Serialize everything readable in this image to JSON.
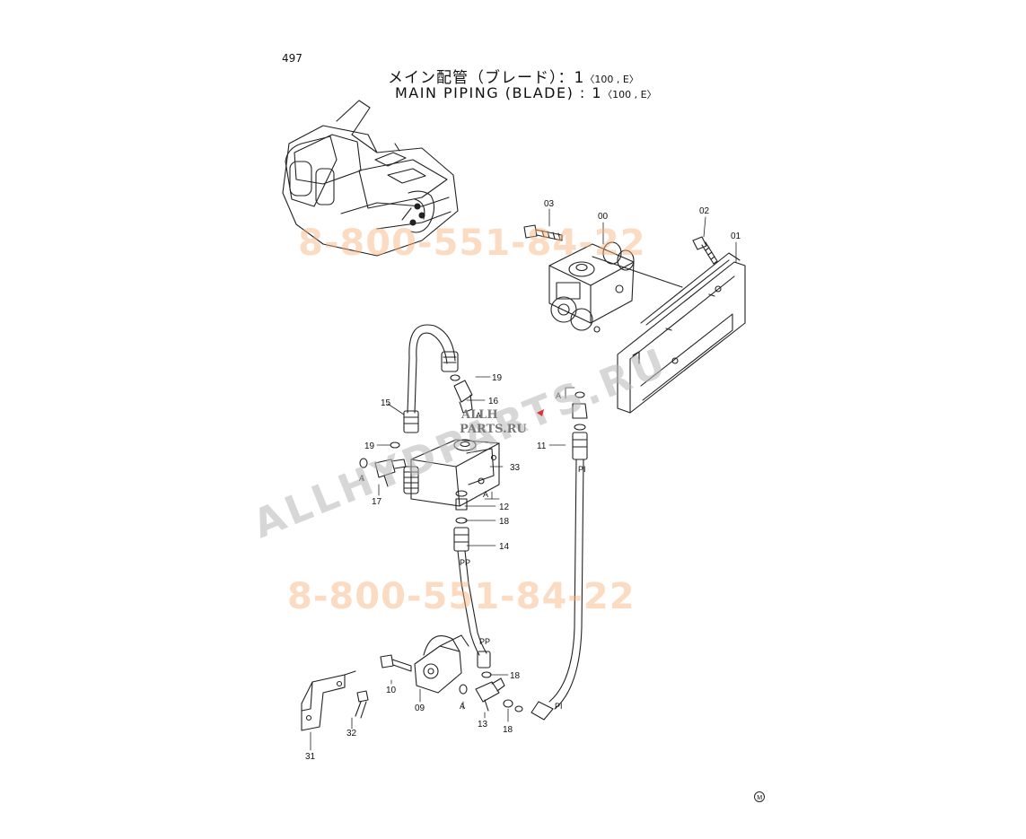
{
  "header": {
    "page_number": "497",
    "title_jp": "メイン配管（ブレード）：1",
    "title_en": "MAIN PIPING (BLADE) : 1",
    "applicability": "〈100 , E〉"
  },
  "callouts": [
    "00",
    "01",
    "02",
    "03",
    "09",
    "10",
    "11",
    "12",
    "13",
    "14",
    "15",
    "16",
    "17",
    "18",
    "19",
    "31",
    "32",
    "33"
  ],
  "port_tags": {
    "a": "A",
    "pp": "PP",
    "pi": "PI"
  },
  "watermarks": {
    "phone": "8-800-551-84-22",
    "site": "ALLHYDPARTS.RU",
    "logo_line1": "ALLH",
    "logo_line2": "PARTS.RU"
  },
  "footer": {
    "mark": "M"
  },
  "colors": {
    "line": "#222222",
    "phone_watermark": "#f7b07a",
    "site_watermark": "#b8b8b8"
  }
}
